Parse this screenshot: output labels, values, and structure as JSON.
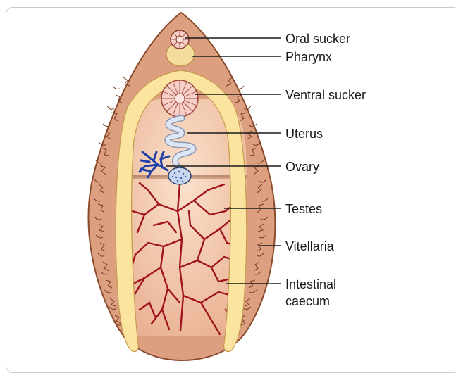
{
  "labels": {
    "oral_sucker": "Oral sucker",
    "pharynx": "Pharynx",
    "ventral_sucker": "Ventral sucker",
    "uterus": "Uterus",
    "ovary": "Ovary",
    "testes": "Testes",
    "vitellaria": "Vitellaria",
    "intestinal_line1": "Intestinal",
    "intestinal_line2": "caecum"
  },
  "colors": {
    "body_fill": "#dca080",
    "body_outline": "#8a4a2c",
    "inner_fill": "#f2c4a6",
    "caecum": "#fbe3a0",
    "caecum_outline": "#c59a4a",
    "vitellaria_lines": "#7a3a22",
    "testes": "#a0141c",
    "ovary": "#1d3fa8",
    "uterus": "#c8d6ee",
    "ventral_sucker": "#f6cfc9",
    "leader_line": "#1a1a1a"
  }
}
